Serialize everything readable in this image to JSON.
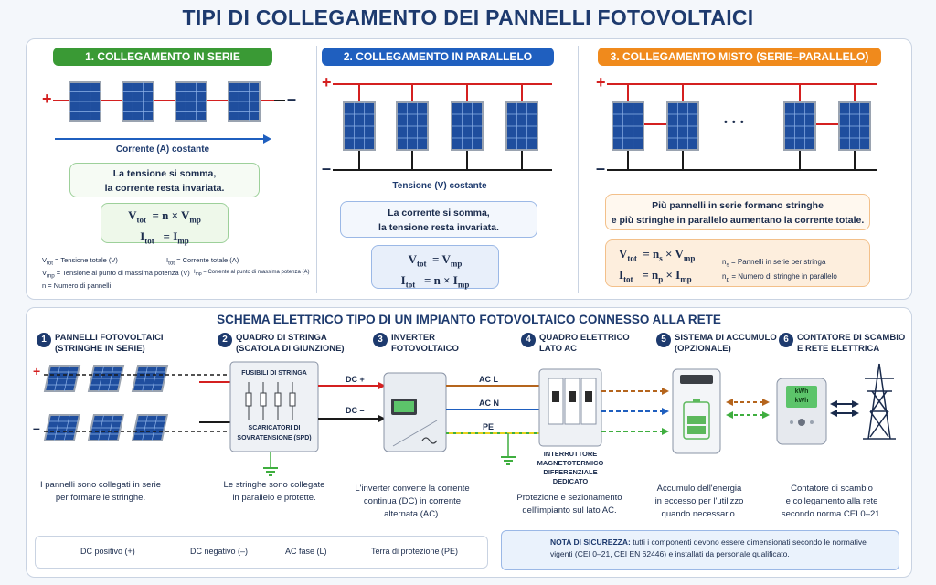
{
  "title": "TIPI DI COLLEGAMENTO DEI PANNELLI FOTOVOLTAICI",
  "colors": {
    "series": "#3a9a35",
    "parallel": "#1f5fbf",
    "mixed": "#f08a1c",
    "navy": "#1d3a6e",
    "dc_pos": "#d42020",
    "dc_neg": "#1a1a1a",
    "ac_l": "#b5651d",
    "pe": "#3fae3f"
  },
  "series": {
    "header": "1. COLLEGAMENTO IN SERIE",
    "plus": "+",
    "minus": "–",
    "current_label": "Corrente (A) costante",
    "rule": [
      "La tensione si somma,",
      "la corrente resta invariata."
    ],
    "formula": {
      "v_lhs": "V",
      "v_lhs_sub": "tot",
      "v_rhs": "= n × V",
      "v_rhs_sub": "mp",
      "i_lhs": "I",
      "i_lhs_sub": "tot",
      "i_rhs": "= I",
      "i_rhs_sub": "mp"
    },
    "legend": [
      "V<sub>tot</sub> = Tensione totale (V)",
      "I<sub>tot</sub> = Corrente totale (A)",
      "V<sub>mp</sub> = Tensione al punto di massima potenza (V)",
      "I<sub>mp</sub> = Corrente al punto di massima potenza (A)",
      "n = Numero di pannelli"
    ]
  },
  "parallel": {
    "header": "2. COLLEGAMENTO IN PARALLELO",
    "plus": "+",
    "minus": "–",
    "voltage_label": "Tensione (V) costante",
    "rule": [
      "La corrente si somma,",
      "la tensione resta invariata."
    ],
    "formula": {
      "v_lhs": "V",
      "v_lhs_sub": "tot",
      "v_rhs": "= V",
      "v_rhs_sub": "mp",
      "i_lhs": "I",
      "i_lhs_sub": "tot",
      "i_rhs": "= n × I",
      "i_rhs_sub": "mp"
    }
  },
  "mixed": {
    "header": "3. COLLEGAMENTO MISTO (SERIE–PARALLELO)",
    "plus": "+",
    "minus": "–",
    "dots": "• • •",
    "rule": [
      "Più pannelli in serie formano stringhe",
      "e più stringhe in parallelo aumentano la corrente totale."
    ],
    "formula": {
      "v_lhs": "V",
      "v_lhs_sub": "tot",
      "v_rhs": "= n",
      "v_rhs_sub": "s",
      "v_rhs2": " × V",
      "v_rhs2_sub": "mp",
      "i_lhs": "I",
      "i_lhs_sub": "tot",
      "i_rhs": "= n",
      "i_rhs_sub": "p",
      "i_rhs2": " × I",
      "i_rhs2_sub": "mp"
    },
    "legend": [
      "n<sub>s</sub> = Pannelli in serie per stringa",
      "n<sub>p</sub> = Numero di stringhe in parallelo"
    ]
  },
  "scheme": {
    "title": "SCHEMA ELETTRICO TIPO DI UN IMPIANTO FOTOVOLTAICO CONNESSO ALLA RETE",
    "steps": [
      {
        "num": "1",
        "title": [
          "PANNELLI FOTOVOLTAICI",
          "(STRINGHE IN SERIE)"
        ],
        "desc": [
          "I pannelli sono collegati in serie",
          "per formare le stringhe."
        ]
      },
      {
        "num": "2",
        "title": [
          "QUADRO DI STRINGA",
          "(SCATOLA DI GIUNZIONE)"
        ],
        "desc": [
          "Le stringhe sono collegate",
          "in parallelo e protette."
        ]
      },
      {
        "num": "3",
        "title": [
          "INVERTER",
          "FOTOVOLTAICO"
        ],
        "desc": [
          "L'inverter converte la corrente",
          "continua (DC) in corrente",
          "alternata (AC)."
        ]
      },
      {
        "num": "4",
        "title": [
          "QUADRO ELETTRICO",
          "LATO AC"
        ],
        "desc": [
          "Protezione e sezionamento",
          "dell'impianto sul lato AC."
        ]
      },
      {
        "num": "5",
        "title": [
          "SISTEMA DI ACCUMULO",
          "(OPZIONALE)"
        ],
        "desc": [
          "Accumulo dell'energia",
          "in eccesso per l'utilizzo",
          "quando necessario."
        ]
      },
      {
        "num": "6",
        "title": [
          "CONTATORE DI SCAMBIO",
          "E RETE ELETTRICA"
        ],
        "desc": [
          "Contatore di scambio",
          "e collegamento alla rete",
          "secondo norma CEI 0–21."
        ]
      }
    ],
    "combiner": {
      "fuses": "FUSIBILI DI STRINGA",
      "spd": [
        "SCARICATORI DI",
        "SOVRATENSIONE (SPD)"
      ]
    },
    "wires": {
      "dc_plus": "DC +",
      "dc_minus": "DC –",
      "ac_l": "AC L",
      "ac_n": "AC N",
      "pe": "PE"
    },
    "ac_breaker": [
      "INTERRUTTORE",
      "MAGNETOTERMICO",
      "DIFFERENZIALE",
      "DEDICATO"
    ],
    "meter": {
      "screen1": "kWh",
      "screen2": "kWh"
    },
    "plus": "+",
    "minus": "–"
  },
  "legend": {
    "items": [
      {
        "label": "DC positivo (+)",
        "color": "#d42020",
        "dashed": false
      },
      {
        "label": "DC negativo (–)",
        "color": "#1a1a1a",
        "dashed": false
      },
      {
        "label": "AC fase (L)",
        "color": "#b5651d",
        "dashed": false
      },
      {
        "label": "Terra di protezione (PE)",
        "color": "#3fae3f",
        "dashed": true
      }
    ]
  },
  "safety": {
    "label": "NOTA DI SICUREZZA:",
    "text1": " tutti i componenti devono essere dimensionati secondo le normative",
    "text2": "vigenti (CEI 0–21, CEI EN 62446) e installati da personale qualificato."
  }
}
